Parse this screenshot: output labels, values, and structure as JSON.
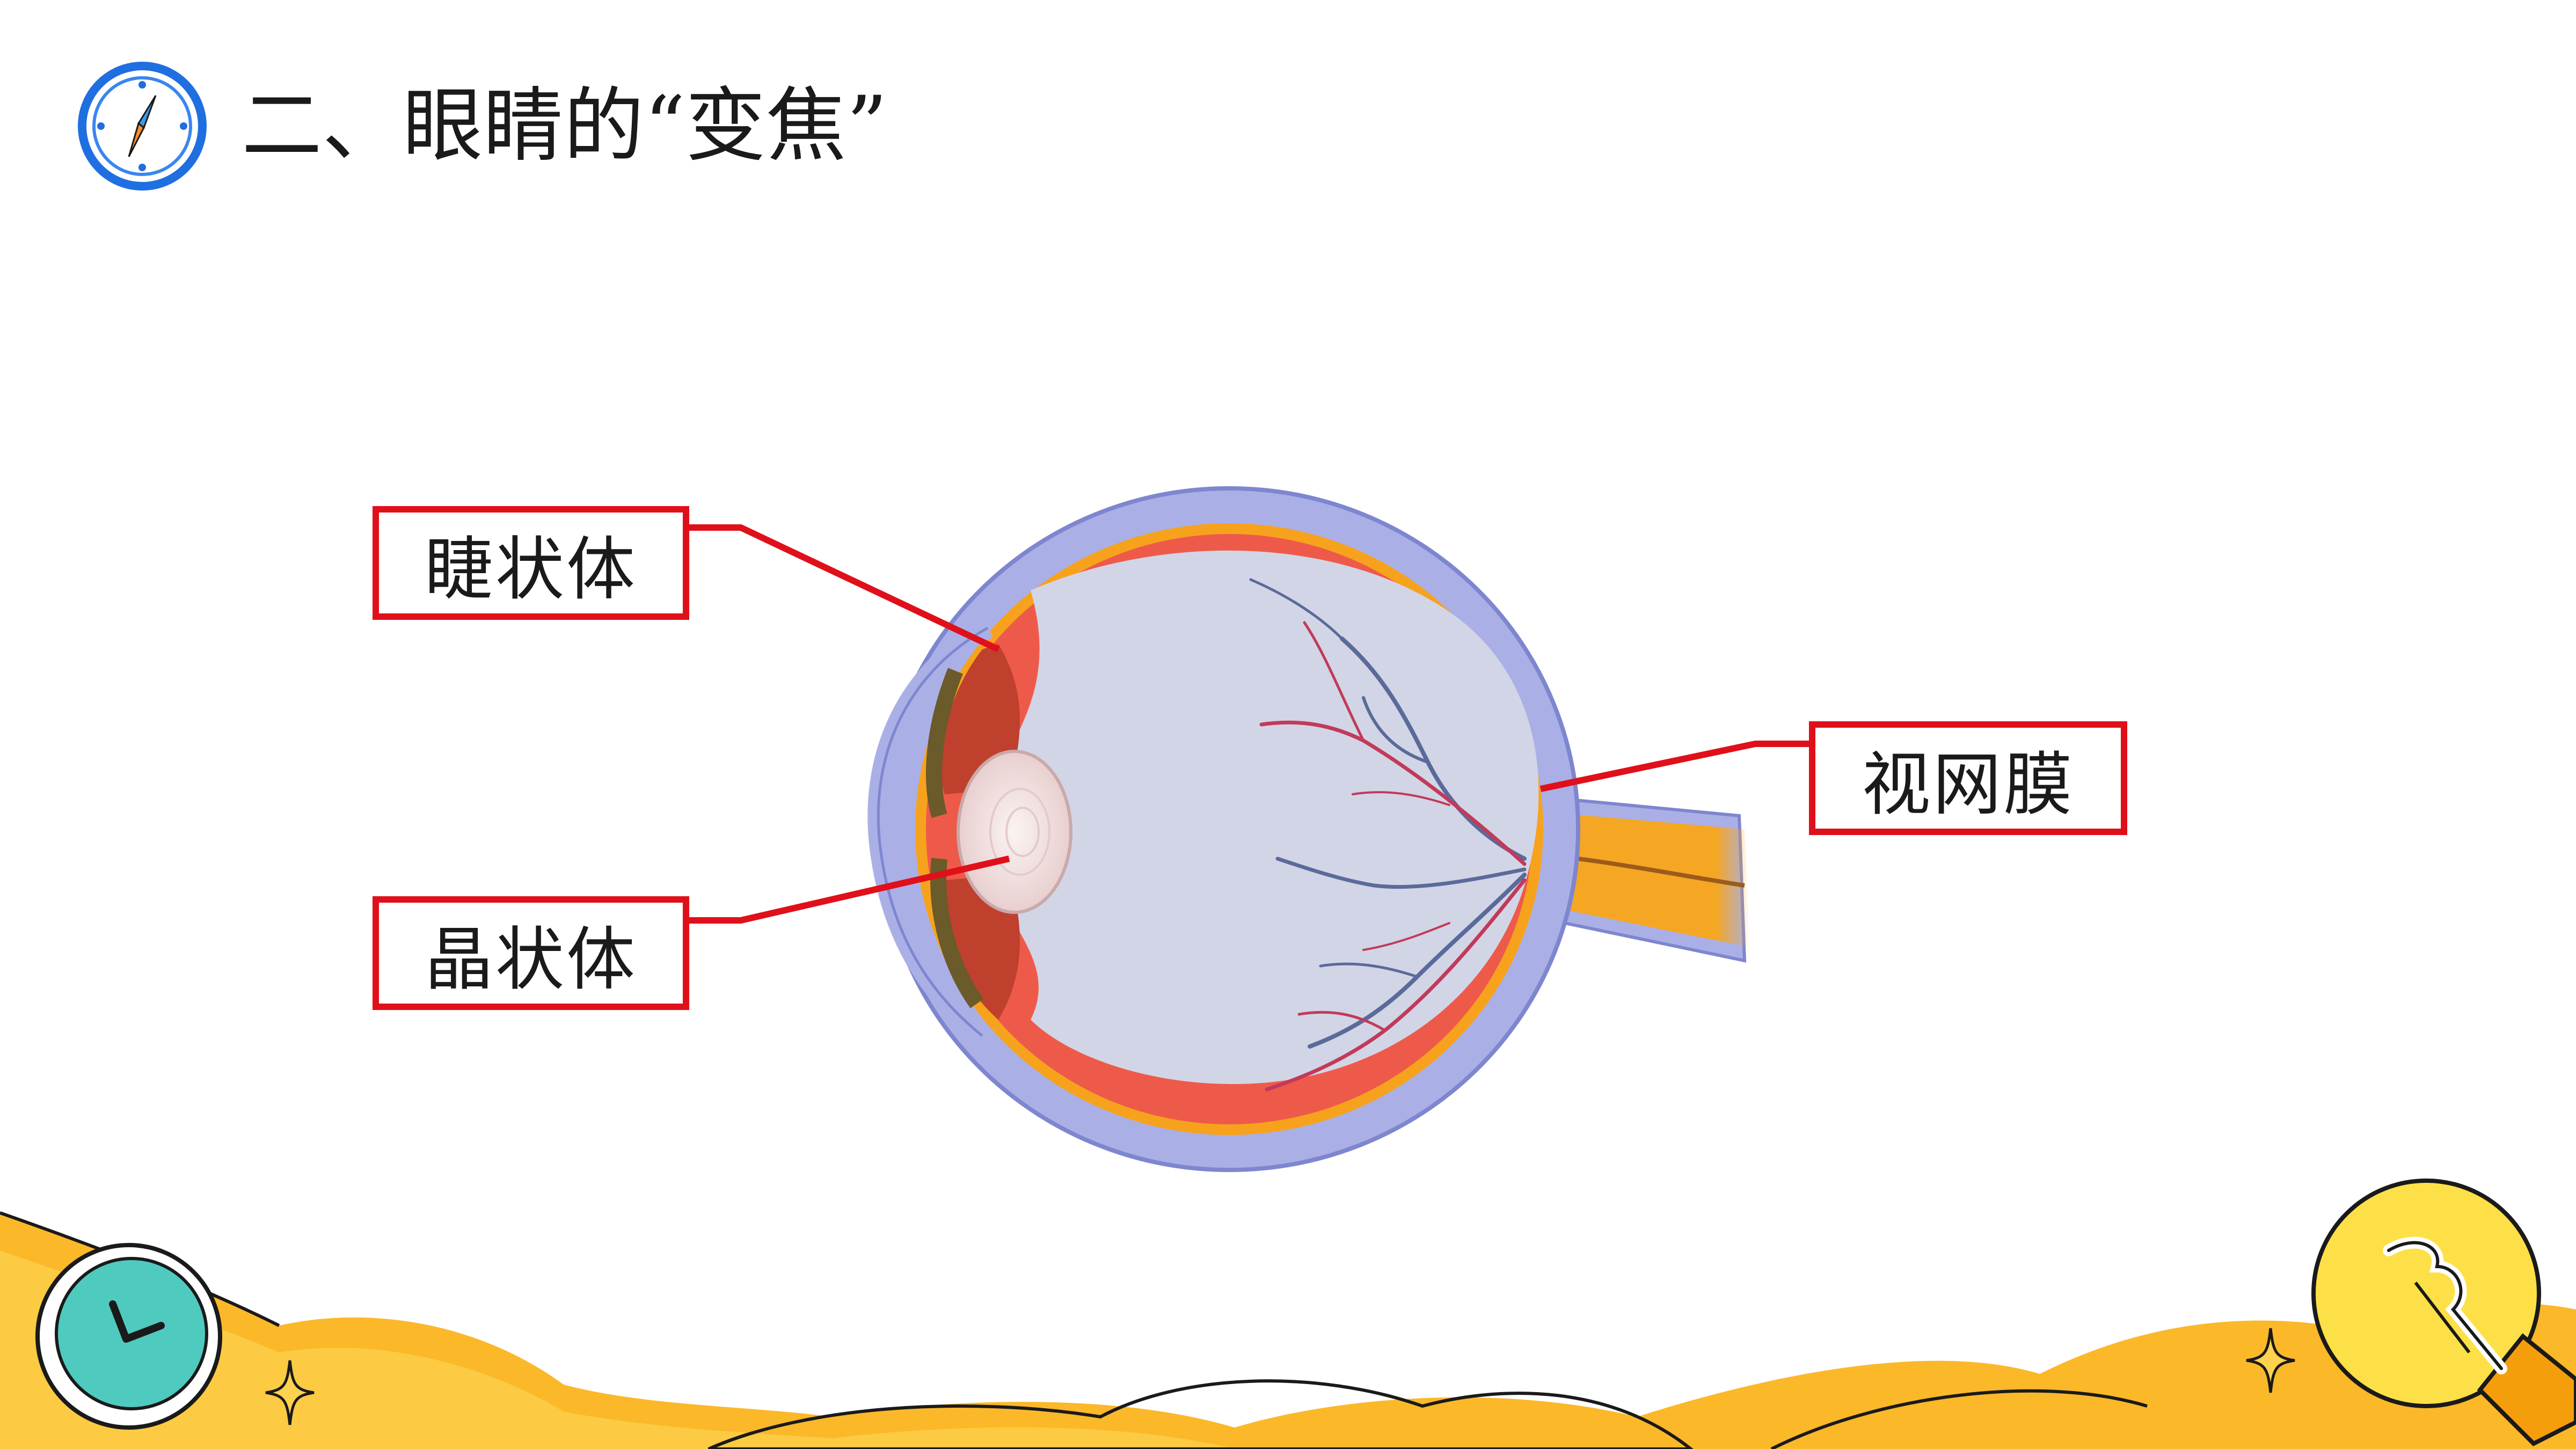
{
  "slide": {
    "title": "二、眼睛的“变焦”"
  },
  "labels": {
    "ciliary_body": "睫状体",
    "lens": "晶状体",
    "retina": "视网膜"
  },
  "colors": {
    "label_border": "#e0101a",
    "leader_line": "#e0101a",
    "sclera": "#aab0e6",
    "choroid": "#f7a21d",
    "vitreous": "#d2d5e6",
    "iris": "#e94e32",
    "lens": "#f1dede",
    "optic_nerve": "#f5a623",
    "decor_yellow": "#fbb829",
    "clock": "#4fcabf",
    "bulb": "#fde047"
  },
  "icons": {
    "title_icon": "compass-icon",
    "bottom_left": "clock-icon",
    "bottom_right": "lightbulb-icon",
    "sparkles": "sparkle-icon"
  }
}
